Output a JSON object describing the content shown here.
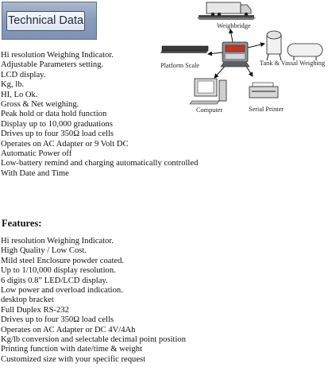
{
  "header": {
    "title": "Technical Data"
  },
  "technical_data": [
    "Hi resolution Weighing Indicator.",
    "Adjustable Parameters setting.",
    "LCD display.",
    "Kg, lb.",
    "HI, Lo Ok.",
    "Gross & Net weighing.",
    "Peak hold or data hold function",
    "Display up to 10,000 graduations",
    "Drives up to four 350Ω load cells",
    "Operates on AC Adapter or 9 Volt DC",
    "Automatic Power off",
    "Low-battery remind and charging automatically controlled",
    "With Date and Time"
  ],
  "features": {
    "heading": "Features:",
    "items": [
      "Hi resolution Weighing Indicator.",
      "High Quality / Low Cost.",
      "Mild steel Enclosure powder coated.",
      "Up to 1/10,000 display resolution.",
      "6 digits 0.8” LED/LCD display.",
      "Low power and overload indication.",
      "desktop bracket",
      "Full Duplex RS-232",
      "Drives up to four 350Ω load cells",
      "Operates on AC Adapter or DC 4V/4Ah",
      "Kg/lb conversion and selectable decimal point position",
      "Printing function with date/time & weight",
      "Customized size with your specific request"
    ]
  },
  "diagram": {
    "labels": {
      "weighbridge": "Weighbridge",
      "platform_scale": "Platform Scale",
      "tank": "Tank & Vassal Weighing",
      "computer": "Computer",
      "printer": "Serial Printer"
    }
  }
}
